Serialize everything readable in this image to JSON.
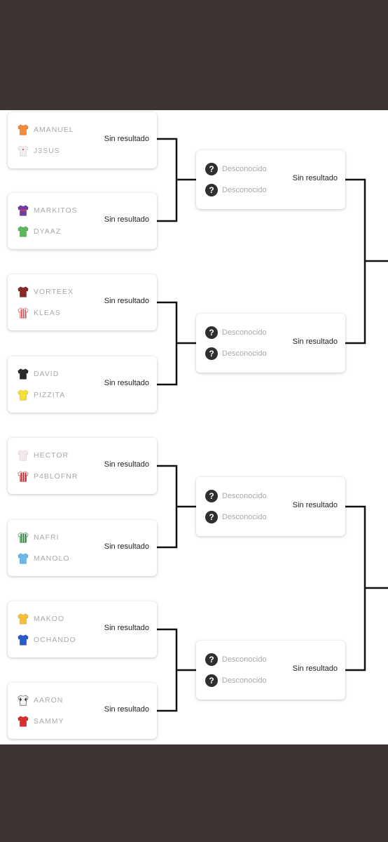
{
  "round1": [
    {
      "team1": {
        "name": "AMANUEL",
        "shirt": "#f08a3c",
        "stripe": "none"
      },
      "team2": {
        "name": "J3SUS",
        "shirt": "#f0eeee",
        "stripe": "none"
      },
      "result": "Sin resultado"
    },
    {
      "team1": {
        "name": "MARKITOS",
        "shirt": "#6a3fa8",
        "stripe": "none"
      },
      "team2": {
        "name": "DYAAZ",
        "shirt": "#5cb85c",
        "stripe": "none"
      },
      "result": "Sin resultado"
    },
    {
      "team1": {
        "name": "VORTEEX",
        "shirt": "#8a2a24",
        "stripe": "none"
      },
      "team2": {
        "name": "KLEAS",
        "shirt": "#ffffff",
        "stripe": "#d83a3a"
      },
      "result": "Sin resultado"
    },
    {
      "team1": {
        "name": "DAVID",
        "shirt": "#2b2b2b",
        "stripe": "none"
      },
      "team2": {
        "name": "PIZZITA",
        "shirt": "#f5e03a",
        "stripe": "none"
      },
      "result": "Sin resultado"
    },
    {
      "team1": {
        "name": "HECTOR",
        "shirt": "#f6e9ea",
        "stripe": "none"
      },
      "team2": {
        "name": "P4BLOFNR",
        "shirt": "#ffffff",
        "stripe": "#b82a2a"
      },
      "result": "Sin resultado"
    },
    {
      "team1": {
        "name": "NAFRI",
        "shirt": "#ffffff",
        "stripe": "#2e7d3a"
      },
      "team2": {
        "name": "MANOLO",
        "shirt": "#6ab8ec",
        "stripe": "none"
      },
      "result": "Sin resultado"
    },
    {
      "team1": {
        "name": "MAKOO",
        "shirt": "#f4c03a",
        "stripe": "none"
      },
      "team2": {
        "name": "OCHANDO",
        "shirt": "#2a5cc8",
        "stripe": "none"
      },
      "result": "Sin resultado"
    },
    {
      "team1": {
        "name": "AARON",
        "shirt": "#f2f2f2",
        "stripe": "#333333"
      },
      "team2": {
        "name": "SAMMY",
        "shirt": "#d83030",
        "stripe": "none"
      },
      "result": "Sin resultado"
    }
  ],
  "round2": [
    {
      "team1": {
        "name": "Desconocido",
        "icon": "question-icon"
      },
      "team2": {
        "name": "Desconocido",
        "icon": "question-icon"
      },
      "result": "Sin resultado"
    },
    {
      "team1": {
        "name": "Desconocido",
        "icon": "question-icon"
      },
      "team2": {
        "name": "Desconocido",
        "icon": "question-icon"
      },
      "result": "Sin resultado"
    },
    {
      "team1": {
        "name": "Desconocido",
        "icon": "question-icon"
      },
      "team2": {
        "name": "Desconocido",
        "icon": "question-icon"
      },
      "result": "Sin resultado"
    },
    {
      "team1": {
        "name": "Desconocido",
        "icon": "question-icon"
      },
      "team2": {
        "name": "Desconocido",
        "icon": "question-icon"
      },
      "result": "Sin resultado"
    }
  ],
  "unknown_glyph": "?",
  "colors": {
    "background": "#3e3433",
    "panel": "#ffffff",
    "connector": "#111111"
  }
}
